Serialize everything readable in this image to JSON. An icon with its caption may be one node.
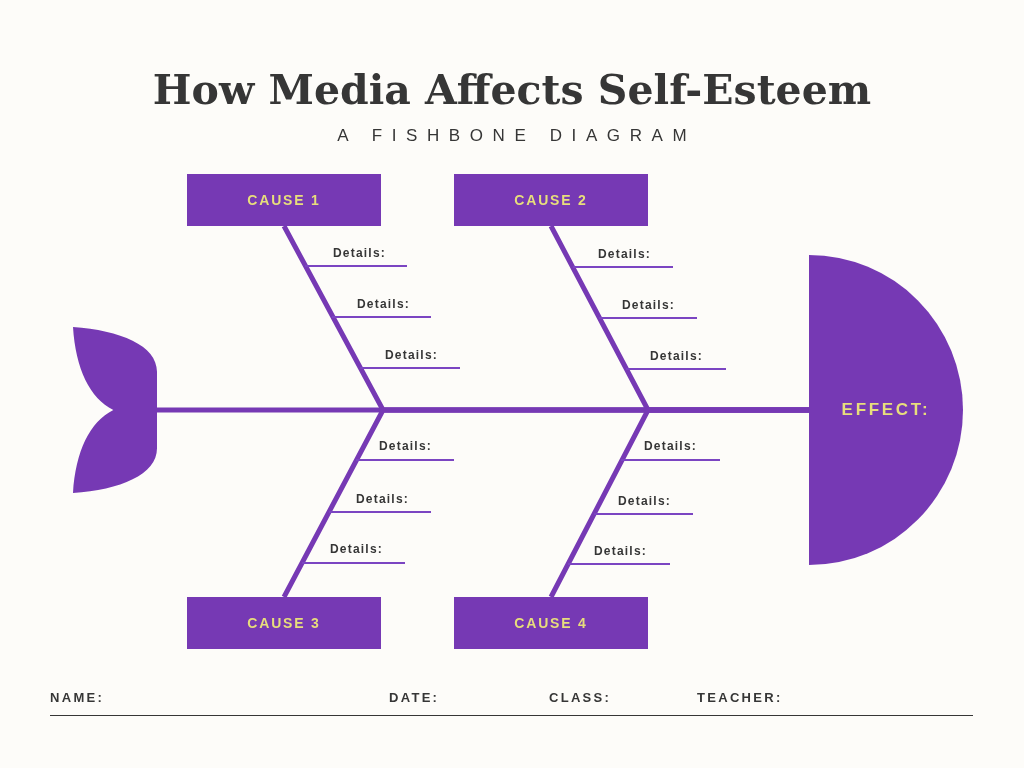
{
  "diagram": {
    "title": "How Media Affects Self-Esteem",
    "nodes": [
      {
        "text": [
          "CAUSE 1"
        ]
      },
      {
        "text": [
          "CAUSE 2"
        ]
      },
      {
        "text": [],
        "shape": "picture"
      },
      {
        "text": [
          "EFFECT:"
        ]
      },
      {
        "text": [
          "CAUSE 3"
        ]
      },
      {
        "text": [
          "CAUSE 4"
        ]
      }
    ],
    "edges": [
      {
        "from": 2,
        "to": 3,
        "arrow": "none"
      },
      {
        "from": 0,
        "to": 3,
        "arrow": "none"
      },
      {
        "from": 1,
        "to": 3,
        "arrow": "none"
      },
      {
        "from": 4,
        "to": 3,
        "arrow": "none"
      },
      {
        "from": 5,
        "to": 3,
        "arrow": "none"
      }
    ],
    "labels": [
      "A FISHBONE DIAGRAM",
      "Details:",
      "Details:",
      "Details:",
      "Details:",
      "Details:",
      "Details:",
      "Details:",
      "Details:",
      "Details:",
      "Details:",
      "Details:",
      "Details:",
      "NAME:",
      "DATE:",
      "CLASS:",
      "TEACHER:"
    ]
  }
}
